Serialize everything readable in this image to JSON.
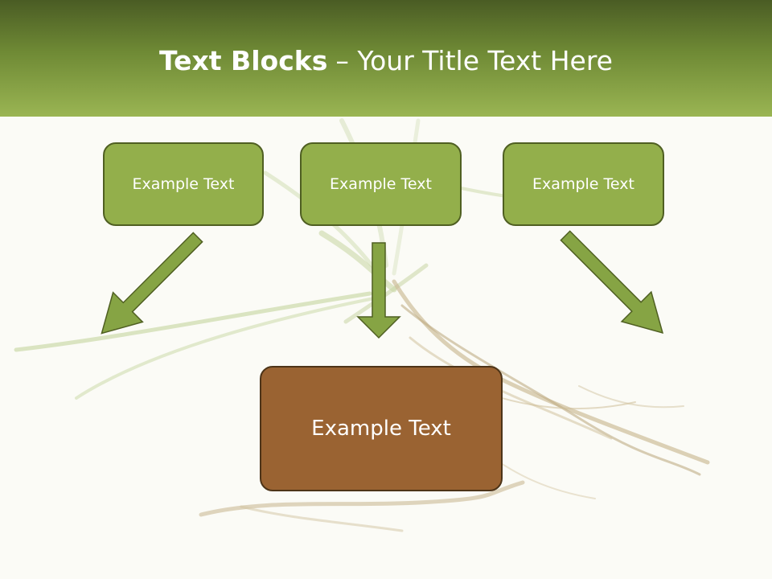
{
  "title": {
    "bold": "Text Blocks",
    "rest": "– Your Title Text Here"
  },
  "boxes": {
    "top": [
      "Example Text",
      "Example Text",
      "Example Text"
    ],
    "bottom": "Example Text"
  },
  "colors": {
    "header_dark": "#4a5c24",
    "header_light": "#9ab553",
    "box_green": "#93af4b",
    "box_green_border": "#4f5f22",
    "box_brown": "#9a6332",
    "arrow_fill": "#86a444",
    "arrow_stroke": "#4f5f22"
  }
}
